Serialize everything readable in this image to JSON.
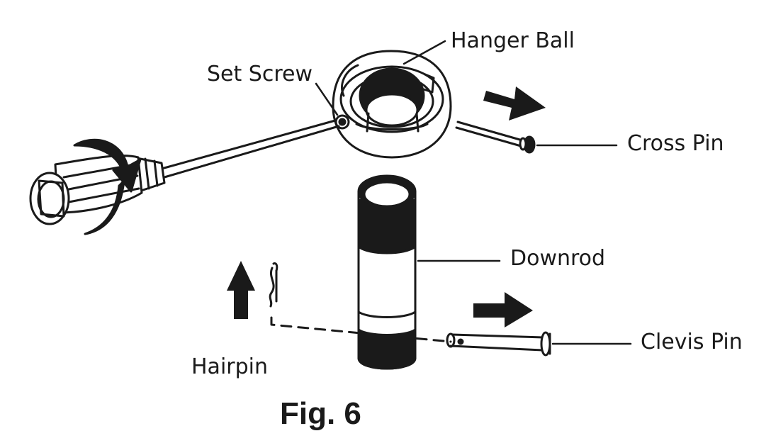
{
  "figure": {
    "caption": "Fig. 6",
    "labels": {
      "hanger_ball": "Hanger Ball",
      "set_screw": "Set Screw",
      "cross_pin": "Cross Pin",
      "downrod": "Downrod",
      "hairpin": "Hairpin",
      "clevis_pin": "Clevis Pin"
    },
    "colors": {
      "ink": "#1a1a1a",
      "background": "#ffffff"
    },
    "icons": [
      "screwdriver-icon",
      "rotation-arrow-icon",
      "direction-arrow-icon"
    ]
  }
}
